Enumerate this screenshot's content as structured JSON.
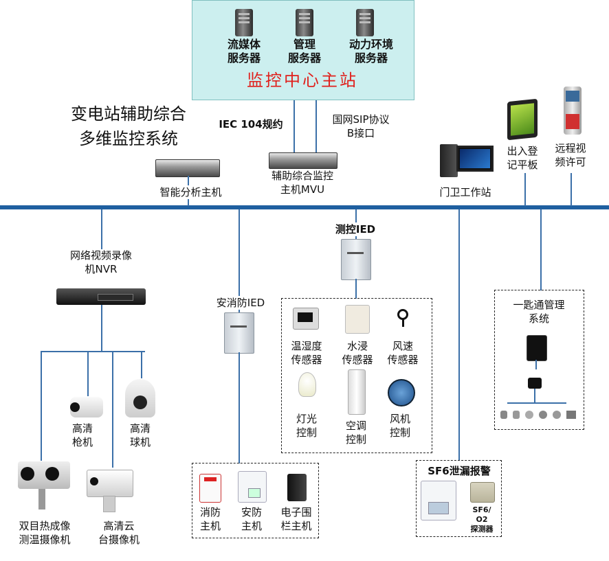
{
  "center": {
    "title": "监控中心主站",
    "servers": [
      "流媒体\n服务器",
      "管理\n服务器",
      "动力环境\n服务器"
    ]
  },
  "system_title": "变电站辅助综合\n多维监控系统",
  "protocols": {
    "iec": "IEC 104规约",
    "sip": "国网SIP协议\nB接口"
  },
  "top_devices": {
    "analysis_host": "智能分析主机",
    "mvu": "辅助综合监控\n主机MVU",
    "gate_station": "门卫工作站",
    "tablet": "出入登\n记平板",
    "remote_license": "远程视\n频许可"
  },
  "nvr": {
    "label": "网络视频录像\n机NVR",
    "cameras": [
      "高清\n枪机",
      "高清\n球机",
      "双目热成像\n测温摄像机",
      "高清云\n台摄像机"
    ]
  },
  "security_ied": {
    "label": "安消防IED",
    "devices": [
      "消防\n主机",
      "安防\n主机",
      "电子围\n栏主机"
    ]
  },
  "control_ied": {
    "label": "测控IED",
    "devices": [
      "温湿度\n传感器",
      "水浸\n传感器",
      "风速\n传感器",
      "灯光\n控制",
      "空调\n控制",
      "风机\n控制"
    ]
  },
  "key_system": {
    "label": "一匙通管理\n系统"
  },
  "sf6": {
    "label": "SF6泄漏报警",
    "detector": "SF6/\nO2\n探测器"
  },
  "colors": {
    "bus": "#1f5fa0",
    "center_bg": "#ccefef",
    "title_red": "#e0201c"
  }
}
